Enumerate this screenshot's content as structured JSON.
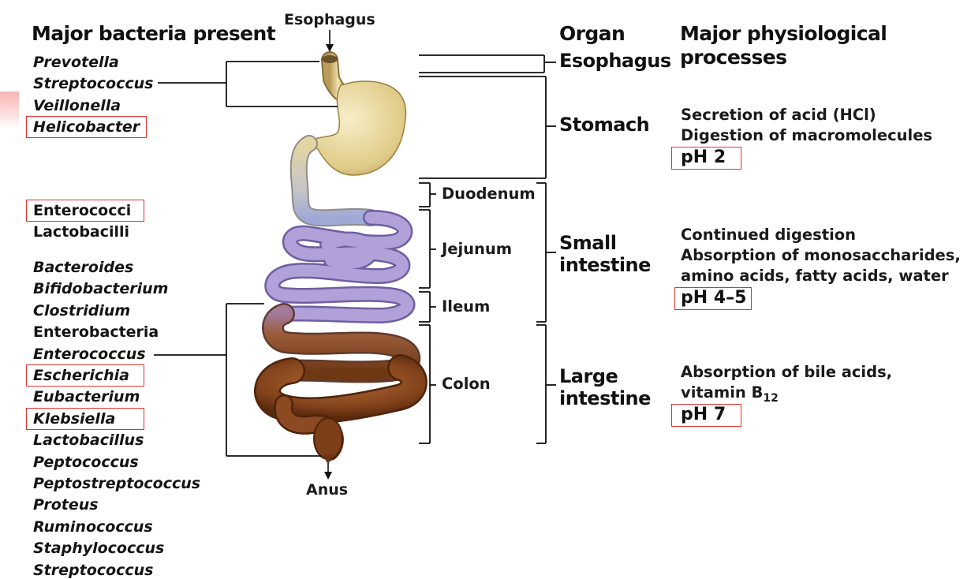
{
  "header": {
    "bacteria_title": "Major bacteria present",
    "organ_title": "Organ",
    "processes_title_line1": "Major physiological",
    "processes_title_line2": "processes"
  },
  "labels": {
    "esophagus_top": "Esophagus",
    "anus": "Anus"
  },
  "upper_bacteria": [
    {
      "name": "Prevotella",
      "italic": true,
      "highlighted": false
    },
    {
      "name": "Streptococcus",
      "italic": true,
      "highlighted": false
    },
    {
      "name": "Veillonella",
      "italic": true,
      "highlighted": false
    },
    {
      "name": "Helicobacter",
      "italic": true,
      "highlighted": true
    }
  ],
  "middle_bacteria": [
    {
      "name": "Enterococci",
      "italic": false,
      "highlighted": true
    },
    {
      "name": "Lactobacilli",
      "italic": false,
      "highlighted": false
    }
  ],
  "lower_bacteria": [
    {
      "name": "Bacteroides",
      "italic": true,
      "highlighted": false
    },
    {
      "name": "Bifidobacterium",
      "italic": true,
      "highlighted": false
    },
    {
      "name": "Clostridium",
      "italic": true,
      "highlighted": false
    },
    {
      "name": "Enterobacteria",
      "italic": false,
      "highlighted": false
    },
    {
      "name": "Enterococcus",
      "italic": true,
      "highlighted": false
    },
    {
      "name": "Escherichia",
      "italic": true,
      "highlighted": true
    },
    {
      "name": "Eubacterium",
      "italic": true,
      "highlighted": false
    },
    {
      "name": "Klebsiella",
      "italic": true,
      "highlighted": true
    },
    {
      "name": "Lactobacillus",
      "italic": true,
      "highlighted": false
    },
    {
      "name": "Peptococcus",
      "italic": true,
      "highlighted": false
    },
    {
      "name": "Peptostreptococcus",
      "italic": true,
      "highlighted": false
    },
    {
      "name": "Proteus",
      "italic": true,
      "highlighted": false
    },
    {
      "name": "Ruminococcus",
      "italic": true,
      "highlighted": false
    },
    {
      "name": "Staphylococcus",
      "italic": true,
      "highlighted": false
    },
    {
      "name": "Streptococcus",
      "italic": true,
      "highlighted": false
    }
  ],
  "segments": {
    "duodenum": "Duodenum",
    "jejunum": "Jejunum",
    "ileum": "Ileum",
    "colon": "Colon"
  },
  "organs": {
    "esophagus": "Esophagus",
    "stomach": "Stomach",
    "small_line1": "Small",
    "small_line2": "intestine",
    "large_line1": "Large",
    "large_line2": "intestine"
  },
  "processes": {
    "stomach_line1": "Secretion of acid (HCl)",
    "stomach_line2": "Digestion of macromolecules",
    "stomach_ph": "pH 2",
    "small_line1": "Continued digestion",
    "small_line2": "Absorption of monosaccharides,",
    "small_line3": "amino acids, fatty acids, water",
    "small_ph": "pH 4–5",
    "large_line1": "Absorption of bile acids,",
    "large_line2_main": "vitamin B",
    "large_line2_sub": "12",
    "large_ph": "pH 7"
  },
  "colors": {
    "highlight_box": "#e0332f",
    "stomach": "#e8d79a",
    "small_intestine": "#a898cf",
    "large_intestine": "#8b4a22"
  }
}
